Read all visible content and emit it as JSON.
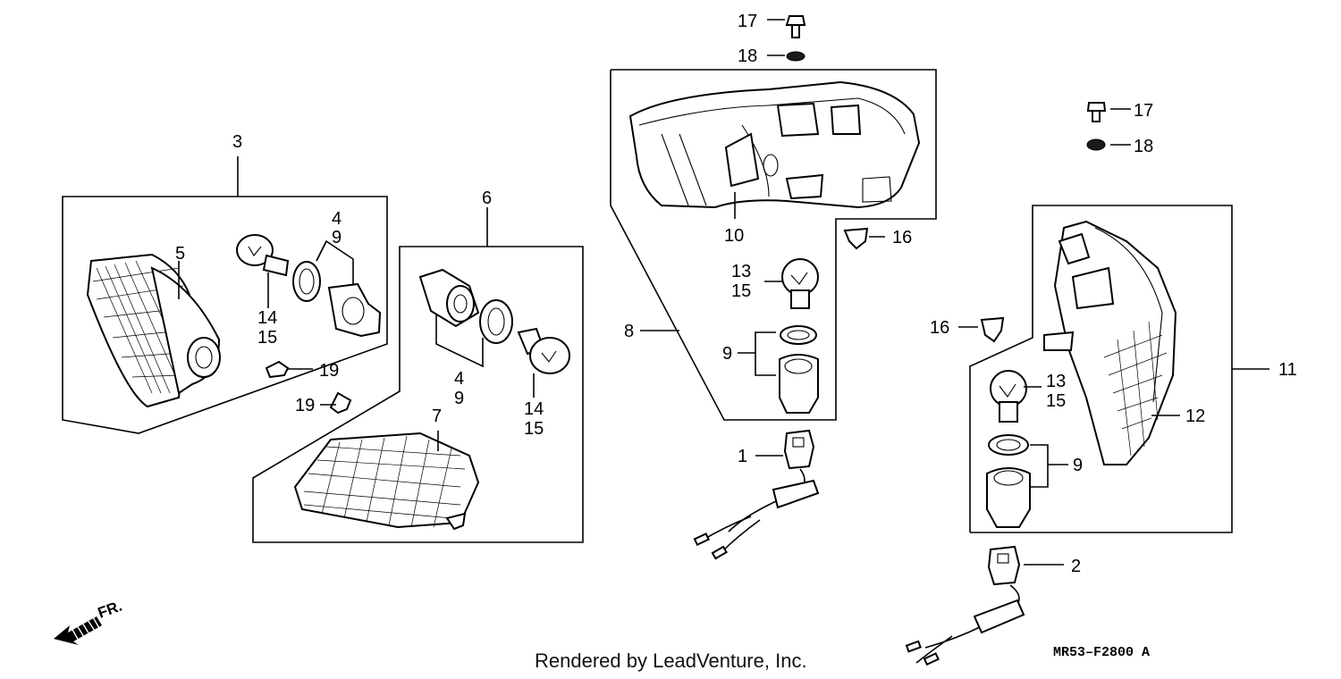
{
  "callouts": [
    {
      "id": "c17a",
      "text": "17"
    },
    {
      "id": "c18a",
      "text": "18"
    },
    {
      "id": "c17b",
      "text": "17"
    },
    {
      "id": "c18b",
      "text": "18"
    },
    {
      "id": "c3",
      "text": "3"
    },
    {
      "id": "c6",
      "text": "6"
    },
    {
      "id": "c5",
      "text": "5"
    },
    {
      "id": "c4a",
      "text": "4"
    },
    {
      "id": "c9a",
      "text": "9"
    },
    {
      "id": "c14a",
      "text": "14"
    },
    {
      "id": "c15a",
      "text": "15"
    },
    {
      "id": "c19a",
      "text": "19"
    },
    {
      "id": "c19b",
      "text": "19"
    },
    {
      "id": "c4b",
      "text": "4"
    },
    {
      "id": "c9b",
      "text": "9"
    },
    {
      "id": "c14b",
      "text": "14"
    },
    {
      "id": "c15b",
      "text": "15"
    },
    {
      "id": "c7",
      "text": "7"
    },
    {
      "id": "c10",
      "text": "10"
    },
    {
      "id": "c16a",
      "text": "16"
    },
    {
      "id": "c13a",
      "text": "13"
    },
    {
      "id": "c15c",
      "text": "15"
    },
    {
      "id": "c8",
      "text": "8"
    },
    {
      "id": "c9c",
      "text": "9"
    },
    {
      "id": "c1",
      "text": "1"
    },
    {
      "id": "c16b",
      "text": "16"
    },
    {
      "id": "c13b",
      "text": "13"
    },
    {
      "id": "c15d",
      "text": "15"
    },
    {
      "id": "c11",
      "text": "11"
    },
    {
      "id": "c12",
      "text": "12"
    },
    {
      "id": "c9d",
      "text": "9"
    },
    {
      "id": "c2",
      "text": "2"
    }
  ],
  "front_marker": "FR.",
  "footer_text": "Rendered by LeadVenture, Inc.",
  "diagram_code": "MR53–F2800 A"
}
